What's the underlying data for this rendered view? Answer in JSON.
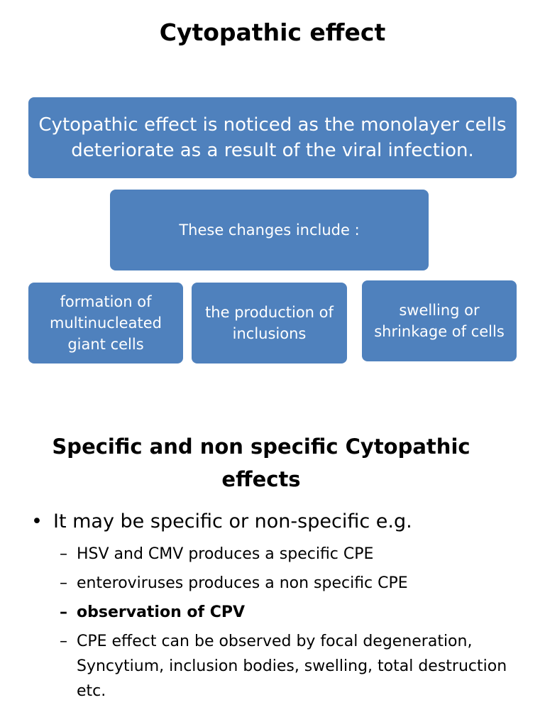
{
  "title": "Cytopathic effect",
  "diagram": {
    "main_box": "Cytopathic effect is noticed as the monolayer cells deteriorate as a result of the viral infection.",
    "mid_box": "These changes include :",
    "leaves": [
      "formation of multinucleated giant cells",
      "the production of inclusions",
      "swelling or shrinkage of cells"
    ],
    "box_color": "#4f81bd",
    "text_color": "#ffffff"
  },
  "section_title": "Specific and non specific Cytopathic effects",
  "bullet": {
    "mark": "•",
    "text": "It may be specific or non-specific e.g.",
    "subitems": [
      {
        "dash": "–",
        "text": "HSV and CMV produces a specific CPE"
      },
      {
        "dash": "–",
        "text": "enteroviruses  produces a non specific CPE"
      },
      {
        "dash": "–",
        "text": "observation of CPV"
      },
      {
        "dash": "–",
        "text": "CPE effect can be observed by focal degeneration, Syncytium, inclusion bodies, swelling, total destruction etc."
      }
    ]
  }
}
